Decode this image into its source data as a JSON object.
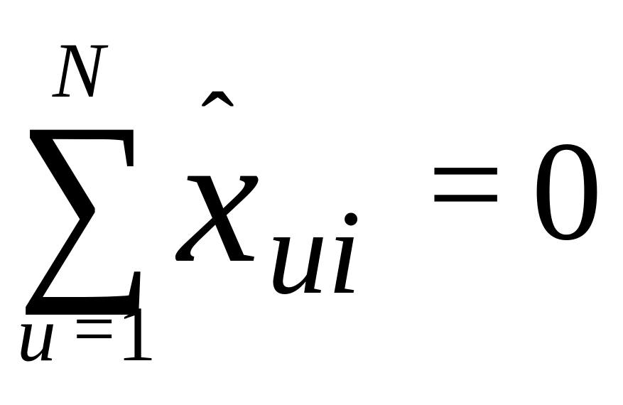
{
  "equation": {
    "upper_limit": "N",
    "summation_symbol": "∑",
    "hat_accent": "ˆ",
    "variable": "x",
    "subscript": "ui",
    "equals": "=",
    "rhs": "0",
    "lower_variable": "u",
    "lower_equals": "=",
    "lower_value": "1"
  }
}
